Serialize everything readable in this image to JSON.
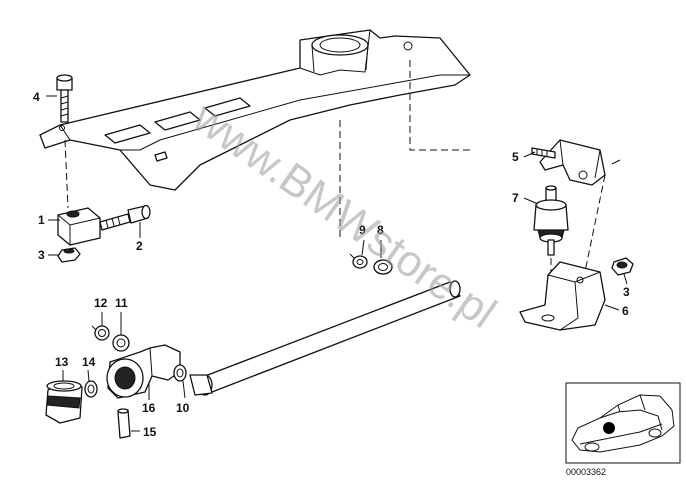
{
  "callouts": {
    "c1": "1",
    "c2": "2",
    "c3a": "3",
    "c3b": "3",
    "c4": "4",
    "c5": "5",
    "c6": "6",
    "c7": "7",
    "c8": "8",
    "c9": "9",
    "c10": "10",
    "c11": "11",
    "c12": "12",
    "c13": "13",
    "c14": "14",
    "c15": "15",
    "c16": "16"
  },
  "watermark": "www.BMWstore.pl",
  "reference_number": "00003362"
}
